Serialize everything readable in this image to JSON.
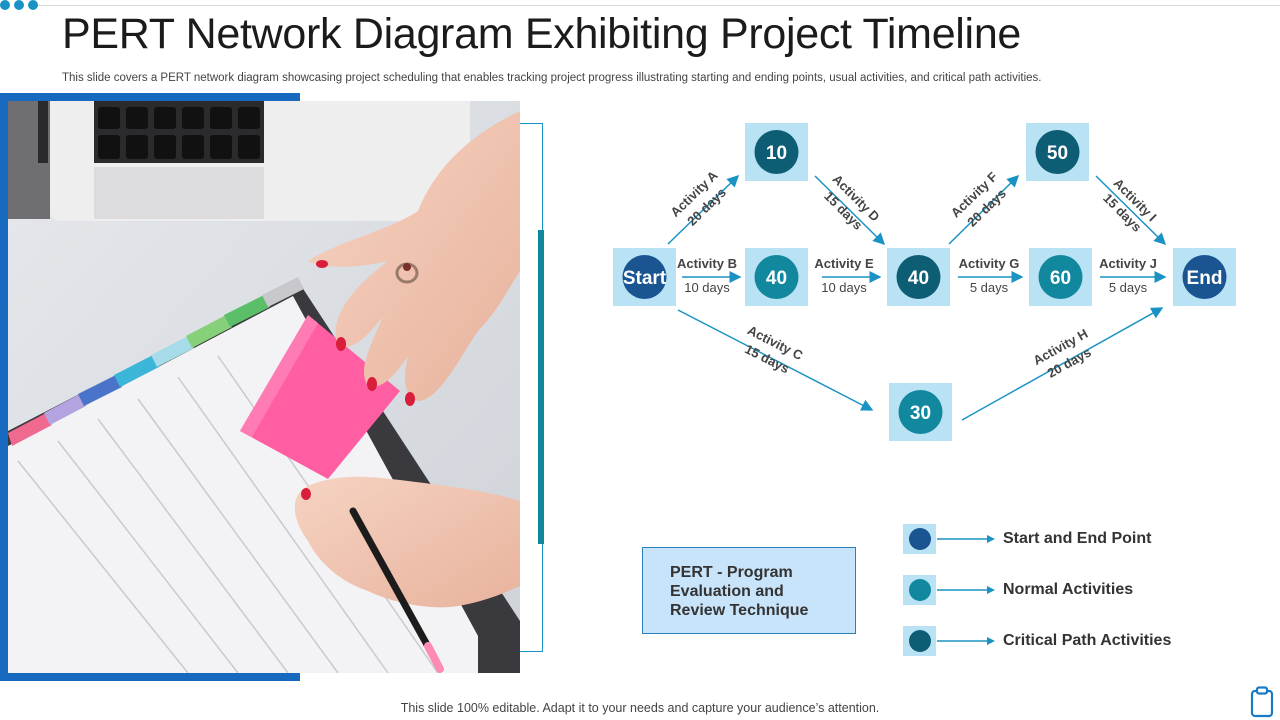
{
  "title": "PERT Network Diagram Exhibiting Project Timeline",
  "subtitle": "This slide covers a PERT network diagram showcasing project scheduling that enables tracking project progress illustrating starting and ending points, usual activities, and critical path activities.",
  "diagram": {
    "nodes": {
      "start": "Start",
      "n10": "10",
      "n40a": "40",
      "n40b": "40",
      "n50": "50",
      "n60": "60",
      "n30": "30",
      "end": "End"
    },
    "activities": {
      "a": {
        "name": "Activity A",
        "duration": "20 days"
      },
      "b": {
        "name": "Activity B",
        "duration": "10 days"
      },
      "c": {
        "name": "Activity C",
        "duration": "15 days"
      },
      "d": {
        "name": "Activity D",
        "duration": "15 days"
      },
      "e": {
        "name": "Activity E",
        "duration": "10 days"
      },
      "f": {
        "name": "Activity F",
        "duration": "20 days"
      },
      "g": {
        "name": "Activity G",
        "duration": "5 days"
      },
      "h": {
        "name": "Activity H",
        "duration": "20 days"
      },
      "i": {
        "name": "Activity I",
        "duration": "15 days"
      },
      "j": {
        "name": "Activity J",
        "duration": "5 days"
      }
    }
  },
  "legend_box": {
    "line1": "PERT - Program",
    "line2": "Evaluation and",
    "line3": "Review Technique"
  },
  "legend": [
    {
      "label": "Start and End Point",
      "color": "#1a5592"
    },
    {
      "label": "Normal Activities",
      "color": "#12889e"
    },
    {
      "label": "Critical Path Activities",
      "color": "#0d5e74"
    }
  ],
  "colors": {
    "accent": "#1a93c4",
    "node_bg": "#b9e2f5",
    "start_end_circle": "#1a5592",
    "normal_circle": "#12889e",
    "critical_circle": "#0d5e74",
    "frame": "#1769c0"
  },
  "footer": "This slide 100% editable. Adapt it to your needs and capture your audience’s attention."
}
